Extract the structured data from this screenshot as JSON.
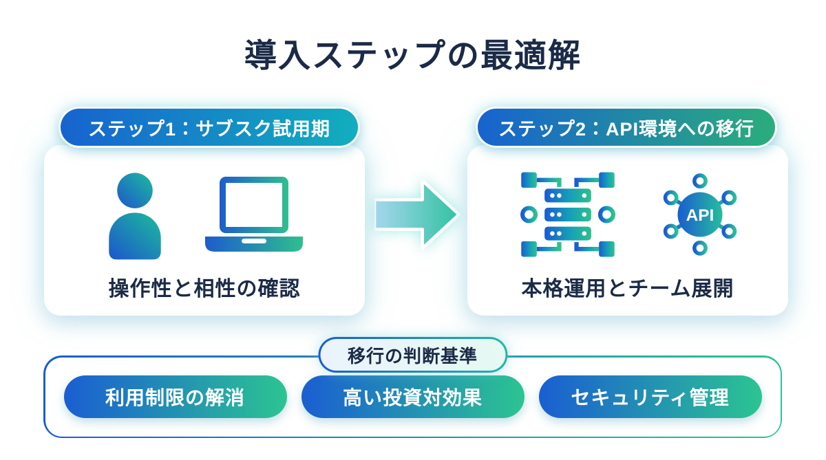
{
  "title": "導入ステップの最適解",
  "colors": {
    "navy_text": "#1b2a46",
    "gradient_blue": "#1a5ed2",
    "gradient_teal": "#12aebe",
    "gradient_green": "#2cc492",
    "arrow_from": "#a9d7ef",
    "arrow_to": "#2ec2a0",
    "card_bg": "#ffffff"
  },
  "steps": [
    {
      "badge": "ステップ1：サブスク試用期",
      "caption": "操作性と相性の確認",
      "icons": [
        "user-icon",
        "laptop-icon"
      ]
    },
    {
      "badge": "ステップ2：API環境への移行",
      "caption": "本格運用とチーム展開",
      "icons": [
        "server-network-icon",
        "api-hub-icon"
      ],
      "api_label": "API"
    }
  ],
  "arrow_icon": "right-arrow-icon",
  "criteria": {
    "header": "移行の判断基準",
    "items": [
      "利用制限の解消",
      "高い投資対効果",
      "セキュリティ管理"
    ]
  }
}
